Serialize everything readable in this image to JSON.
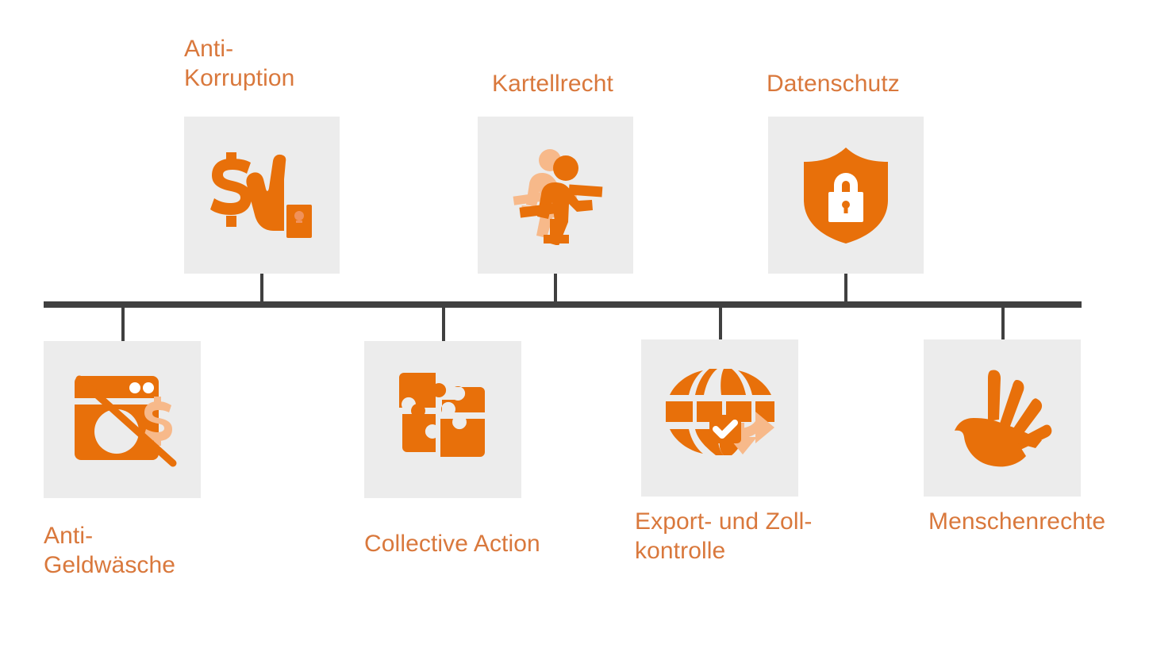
{
  "diagram": {
    "type": "timeline-topics",
    "orientation": "horizontal",
    "axis_color": "#404040",
    "accent_color": "#E8700A",
    "accent_light_color": "#F7B98A",
    "label_color": "#D9783C",
    "tile_color": "#ECECEC",
    "background_color": "#FFFFFF",
    "nodes": [
      {
        "id": "anti-korruption",
        "label": "Anti-\nKorruption",
        "side": "top",
        "icon": "dollar-hand-icon",
        "icon_description": "Dollar sign next to an open hand with a wallet"
      },
      {
        "id": "kartellrecht",
        "label": "Kartellrecht",
        "side": "top",
        "icon": "running-figures-icon",
        "icon_description": "Two running people, one behind the other, hurdle race"
      },
      {
        "id": "datenschutz",
        "label": "Datenschutz",
        "side": "top",
        "icon": "shield-lock-icon",
        "icon_description": "Shield containing a closed padlock"
      },
      {
        "id": "anti-geldwaesche",
        "label": "Anti-\nGeldwäsche",
        "side": "bottom",
        "icon": "washing-machine-money-slash-icon",
        "icon_description": "Washing machine with dollar sign crossed out by a diagonal line"
      },
      {
        "id": "collective-action",
        "label": "Collective Action",
        "side": "bottom",
        "icon": "puzzle-pieces-icon",
        "icon_description": "Four interlocking jigsaw puzzle pieces"
      },
      {
        "id": "export-zollkontrolle",
        "label": "Export- und Zoll-\nkontrolle",
        "side": "bottom",
        "icon": "globe-check-arrows-icon",
        "icon_description": "Globe with a checkmark box and branching arrows"
      },
      {
        "id": "menschenrechte",
        "label": "Menschenrechte",
        "side": "bottom",
        "icon": "human-rights-hand-bird-icon",
        "icon_description": "Hand and bird combined, human rights emblem"
      }
    ]
  }
}
